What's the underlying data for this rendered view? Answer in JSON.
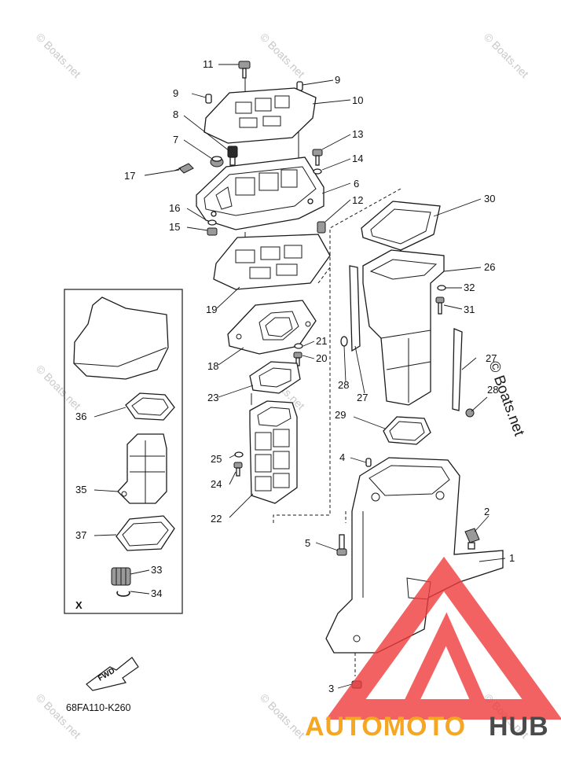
{
  "diagram": {
    "code": "68FA110-K260",
    "fwd_label": "FWD",
    "inset_label": "X",
    "watermark_text": "© Boats.net",
    "brand_left": "AUTOMOTO",
    "brand_right": "HUB",
    "brand_colors": {
      "triangle": "#ef3b3b",
      "auto": "#f5a623",
      "hub": "#4a4a4a"
    }
  },
  "callouts": [
    {
      "id": "1",
      "text": "1"
    },
    {
      "id": "2",
      "text": "2"
    },
    {
      "id": "3",
      "text": "3"
    },
    {
      "id": "4",
      "text": "4"
    },
    {
      "id": "5",
      "text": "5"
    },
    {
      "id": "6",
      "text": "6"
    },
    {
      "id": "7",
      "text": "7"
    },
    {
      "id": "8",
      "text": "8"
    },
    {
      "id": "9a",
      "text": "9"
    },
    {
      "id": "9b",
      "text": "9"
    },
    {
      "id": "10",
      "text": "10"
    },
    {
      "id": "11",
      "text": "11"
    },
    {
      "id": "12",
      "text": "12"
    },
    {
      "id": "13",
      "text": "13"
    },
    {
      "id": "14",
      "text": "14"
    },
    {
      "id": "15",
      "text": "15"
    },
    {
      "id": "16",
      "text": "16"
    },
    {
      "id": "17",
      "text": "17"
    },
    {
      "id": "18",
      "text": "18"
    },
    {
      "id": "19",
      "text": "19"
    },
    {
      "id": "20",
      "text": "20"
    },
    {
      "id": "21",
      "text": "21"
    },
    {
      "id": "22",
      "text": "22"
    },
    {
      "id": "23",
      "text": "23"
    },
    {
      "id": "24",
      "text": "24"
    },
    {
      "id": "25",
      "text": "25"
    },
    {
      "id": "26",
      "text": "26"
    },
    {
      "id": "27a",
      "text": "27"
    },
    {
      "id": "27b",
      "text": "27"
    },
    {
      "id": "28a",
      "text": "28"
    },
    {
      "id": "28b",
      "text": "28"
    },
    {
      "id": "29",
      "text": "29"
    },
    {
      "id": "30",
      "text": "30"
    },
    {
      "id": "31",
      "text": "31"
    },
    {
      "id": "32",
      "text": "32"
    },
    {
      "id": "33",
      "text": "33"
    },
    {
      "id": "34",
      "text": "34"
    },
    {
      "id": "35",
      "text": "35"
    },
    {
      "id": "36",
      "text": "36"
    },
    {
      "id": "37",
      "text": "37"
    }
  ]
}
